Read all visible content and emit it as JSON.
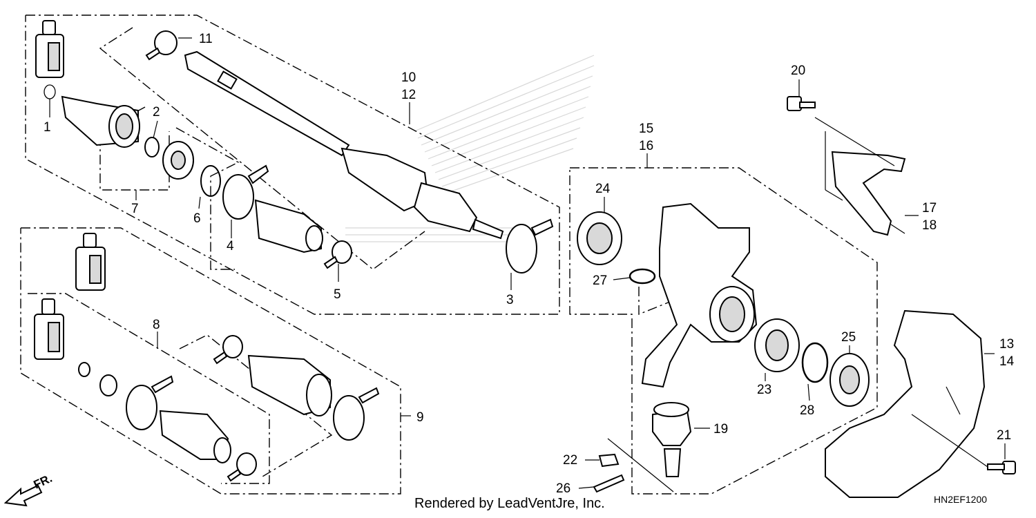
{
  "diagram": {
    "callouts": [
      {
        "id": "1",
        "text": "1"
      },
      {
        "id": "2",
        "text": "2"
      },
      {
        "id": "3",
        "text": "3"
      },
      {
        "id": "4",
        "text": "4"
      },
      {
        "id": "5",
        "text": "5"
      },
      {
        "id": "6",
        "text": "6"
      },
      {
        "id": "7",
        "text": "7"
      },
      {
        "id": "8",
        "text": "8"
      },
      {
        "id": "9",
        "text": "9"
      },
      {
        "id": "10",
        "text": "10"
      },
      {
        "id": "11",
        "text": "11"
      },
      {
        "id": "12",
        "text": "12"
      },
      {
        "id": "13",
        "text": "13"
      },
      {
        "id": "14",
        "text": "14"
      },
      {
        "id": "15",
        "text": "15"
      },
      {
        "id": "16",
        "text": "16"
      },
      {
        "id": "17",
        "text": "17"
      },
      {
        "id": "18",
        "text": "18"
      },
      {
        "id": "19",
        "text": "19"
      },
      {
        "id": "20",
        "text": "20"
      },
      {
        "id": "21",
        "text": "21"
      },
      {
        "id": "22",
        "text": "22"
      },
      {
        "id": "23",
        "text": "23"
      },
      {
        "id": "24",
        "text": "24"
      },
      {
        "id": "25",
        "text": "25"
      },
      {
        "id": "26",
        "text": "26"
      },
      {
        "id": "27",
        "text": "27"
      },
      {
        "id": "28",
        "text": "28"
      }
    ],
    "direction_label": "FR.",
    "footer_text": "Rendered by LeadVentJre, Inc.",
    "diagram_code": "HN2EF1200"
  }
}
